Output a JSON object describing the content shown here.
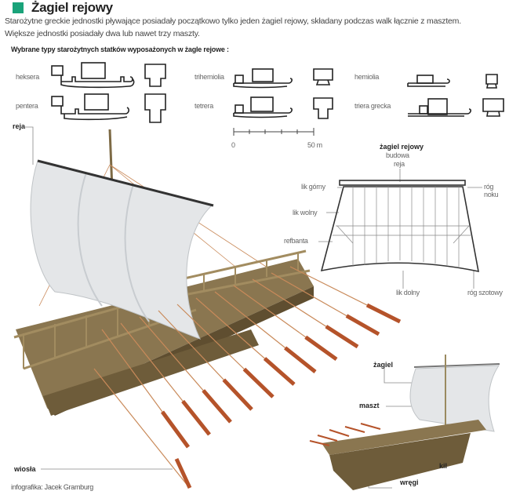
{
  "header": {
    "title": "Żagiel rejowy",
    "description_line1": "Starożytne greckie jednostki pływające posiadały początkowo tylko jeden żagiel rejowy, składany podczas walk łącznie z masztem.",
    "description_line2": "Większe jednostki posiadały dwa lub nawet trzy maszty.",
    "subheading": "Wybrane typy starożytnych statków wyposażonych w żagle rejowe :"
  },
  "ship_types": [
    "heksera",
    "pentera",
    "trihemiolia",
    "tetrera",
    "hemiolia",
    "triera grecka"
  ],
  "scale": {
    "start": "0",
    "end": "50 m"
  },
  "main_labels": {
    "yard": "reja",
    "oars": "wiosła"
  },
  "sail_diagram": {
    "title": "żagiel rejowy",
    "subtitle": "budowa",
    "labels": {
      "yard": "reja",
      "head": "lik górny",
      "leech": "lik wolny",
      "reef_band": "refbanta",
      "foot": "lik dolny",
      "peak": "róg noku",
      "clew": "róg szotowy"
    }
  },
  "small_ship_labels": {
    "sail": "żagiel",
    "mast": "maszt",
    "keel": "kil",
    "frames": "wręgi"
  },
  "credit": "infografika: Jacek Gramburg",
  "colors": {
    "brand": "#1aa37a",
    "oar": "#b5532a",
    "wood": "#7d6a45",
    "sail": "#e4e6e8"
  }
}
